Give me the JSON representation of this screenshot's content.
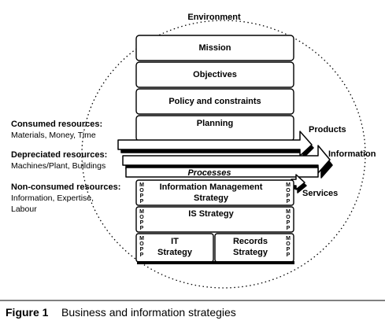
{
  "environment": "Environment",
  "stack": {
    "mission": "Mission",
    "objectives": "Objectives",
    "policy": "Policy and constraints",
    "planning": "Planning"
  },
  "arrows": {
    "processes": "Processes",
    "products": "Products",
    "information": "Information",
    "services": "Services"
  },
  "resources": {
    "consumed_title": "Consumed resources:",
    "consumed_items": "Materials, Money, Time",
    "depreciated_title": "Depreciated resources:",
    "depreciated_items": "Machines/Plant, Buildings",
    "nonconsumed_title": "Non-consumed resources:",
    "nonconsumed_items_1": "Information, Expertise,",
    "nonconsumed_items_2": "Labour"
  },
  "strategies": {
    "im_line1": "Information Management",
    "im_line2": "Strategy",
    "is": "IS Strategy",
    "it_line1": "IT",
    "it_line2": "Strategy",
    "rec_line1": "Records",
    "rec_line2": "Strategy",
    "mopp": [
      "M",
      "O",
      "P",
      "P"
    ]
  },
  "caption": {
    "label": "Figure 1",
    "text": "Business and information strategies"
  }
}
